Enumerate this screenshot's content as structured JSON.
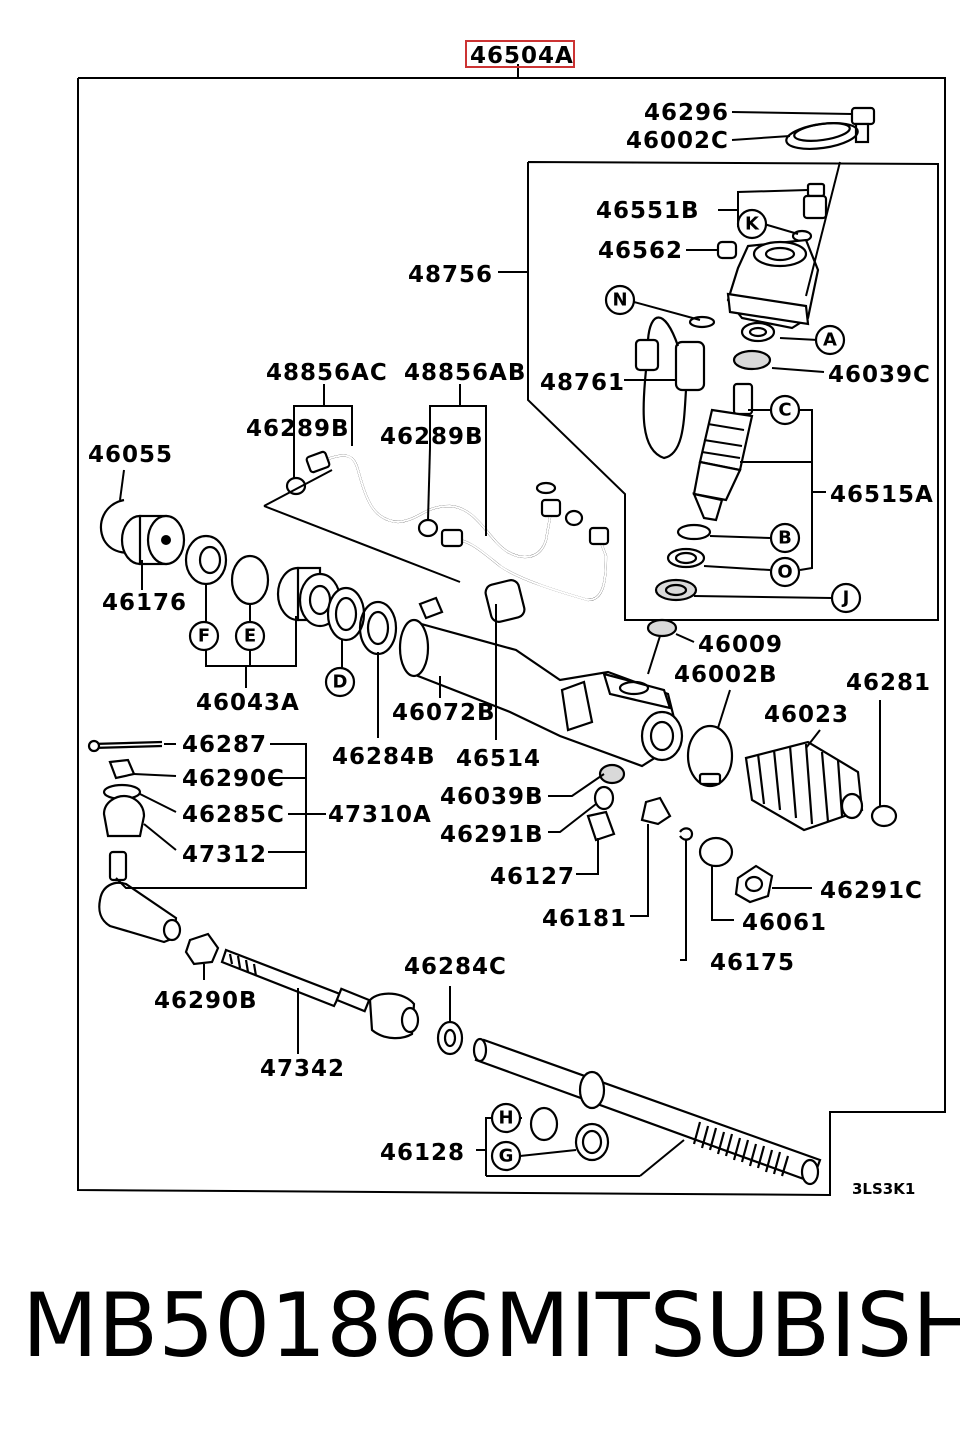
{
  "diagram": {
    "assembly_label": "46504A",
    "reference_code": "3LS3K1",
    "part_labels": {
      "p46296": "46296",
      "p46002C": "46002C",
      "p46551B": "46551B",
      "p46562": "46562",
      "p48756": "48756",
      "p48761": "48761",
      "p46039C": "46039C",
      "p46515A": "46515A",
      "p48856AC": "48856AC",
      "p48856AB": "48856AB",
      "p46289B_1": "46289B",
      "p46289B_2": "46289B",
      "p46055": "46055",
      "p46176": "46176",
      "p46043A": "46043A",
      "p46072B": "46072B",
      "p46284B": "46284B",
      "p46514": "46514",
      "p46009": "46009",
      "p46002B": "46002B",
      "p46281": "46281",
      "p46023": "46023",
      "p46287": "46287",
      "p46290C": "46290C",
      "p46285C": "46285C",
      "p47310A": "47310A",
      "p47312": "47312",
      "p46039B": "46039B",
      "p46291B": "46291B",
      "p46127": "46127",
      "p46181": "46181",
      "p46291C": "46291C",
      "p46061": "46061",
      "p46175": "46175",
      "p46290B": "46290B",
      "p46284C": "46284C",
      "p47342": "47342",
      "p46128": "46128"
    },
    "callouts": {
      "K": "K",
      "N": "N",
      "A": "A",
      "C": "C",
      "B": "B",
      "O": "O",
      "J": "J",
      "F": "F",
      "E": "E",
      "D": "D",
      "H": "H",
      "G": "G"
    },
    "highlight_color": "#cc3333"
  },
  "footer": {
    "part_number": "MB501866",
    "brand": "MITSUBISHI"
  }
}
